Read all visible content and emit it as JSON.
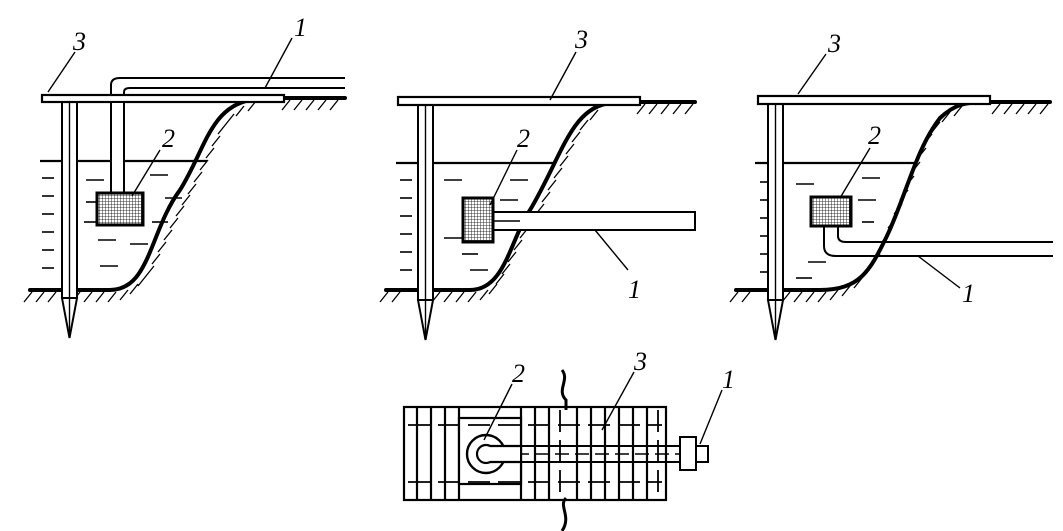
{
  "figure": {
    "panels": [
      {
        "id": "a",
        "labels": {
          "pipe": "1",
          "intake": "2",
          "platform": "3"
        }
      },
      {
        "id": "b",
        "labels": {
          "pipe": "1",
          "intake": "2",
          "platform": "3"
        }
      },
      {
        "id": "c",
        "labels": {
          "pipe": "1",
          "intake": "2",
          "platform": "3"
        }
      },
      {
        "id": "plan",
        "labels": {
          "pipe": "1",
          "intake": "2",
          "platform": "3"
        }
      }
    ],
    "colors": {
      "line": "#000000",
      "background": "#ffffff",
      "mesh": "#000000"
    }
  }
}
